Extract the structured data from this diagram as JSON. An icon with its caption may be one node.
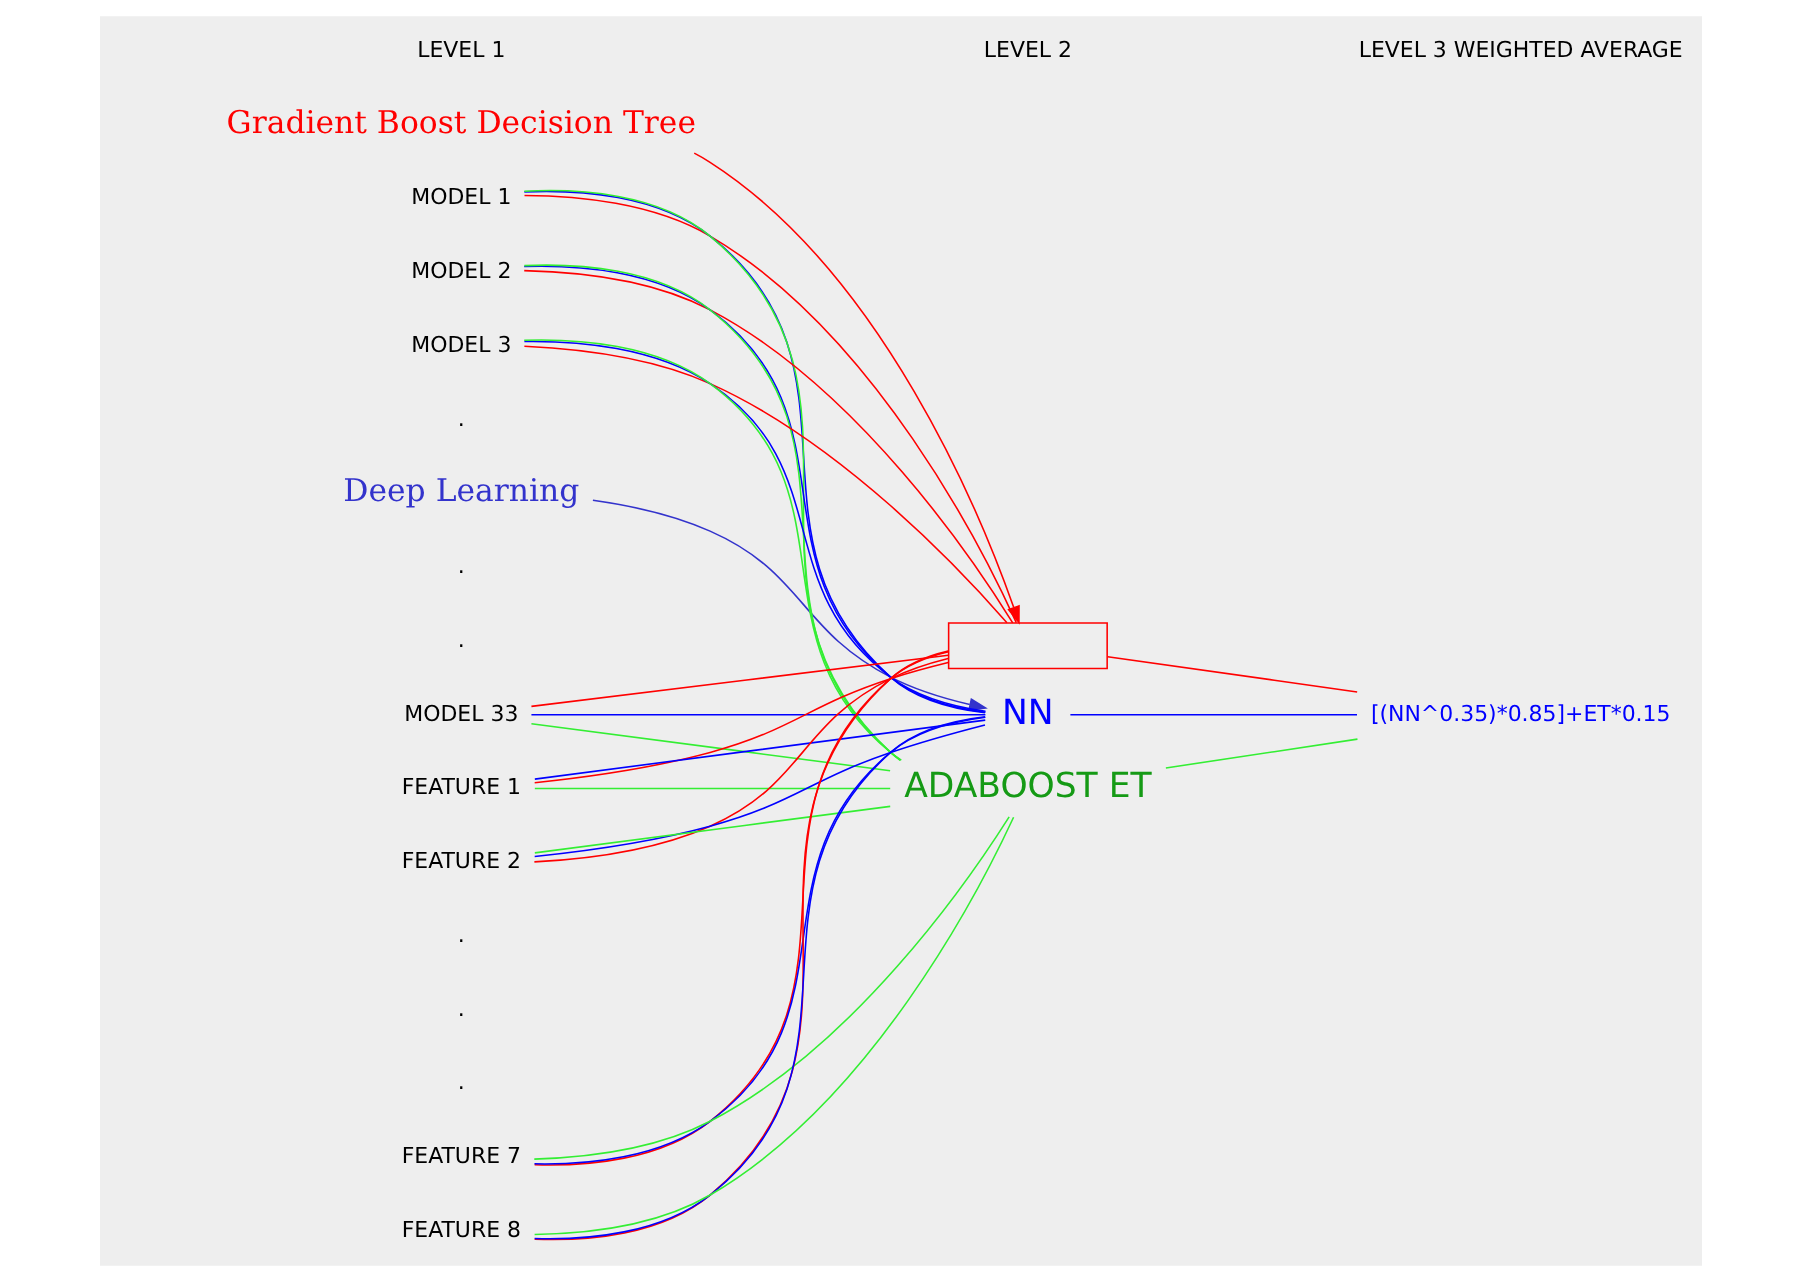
{
  "diagram": {
    "nodes": [
      {
        "text": [
          "Gradient Boost Decision Tree"
        ]
      },
      {
        "text": [
          "Deep Learning"
        ]
      },
      {
        "text": [
          "MODEL 1"
        ]
      },
      {
        "text": [
          "MODEL 2"
        ]
      },
      {
        "text": [
          "MODEL 3"
        ]
      },
      {
        "text": [
          "MODEL 33"
        ]
      },
      {
        "text": [
          "FEATURE 1"
        ]
      },
      {
        "text": [
          "FEATURE 2"
        ]
      },
      {
        "text": [
          "FEATURE 7"
        ]
      },
      {
        "text": [
          "FEATURE 8"
        ]
      },
      {
        "text": [],
        "shape": "box"
      },
      {
        "text": [
          "NN"
        ]
      },
      {
        "text": [
          "ADABOOST ET"
        ]
      },
      {
        "text": [
          "[(NN^0.35)*0.85]+ET*0.15"
        ]
      }
    ],
    "edges": [
      {
        "from": 0,
        "to": 10,
        "arrow": "to",
        "color": "#ff0000"
      },
      {
        "from": 1,
        "to": 11,
        "arrow": "to",
        "color": "#3333cc"
      },
      {
        "from": 2,
        "to": 10,
        "arrow": "none",
        "color": "#ff0000"
      },
      {
        "from": 3,
        "to": 10,
        "arrow": "none",
        "color": "#ff0000"
      },
      {
        "from": 4,
        "to": 10,
        "arrow": "none",
        "color": "#ff0000"
      },
      {
        "from": 5,
        "to": 10,
        "arrow": "none",
        "color": "#ff0000"
      },
      {
        "from": 6,
        "to": 10,
        "arrow": "none",
        "color": "#ff0000"
      },
      {
        "from": 7,
        "to": 10,
        "arrow": "none",
        "color": "#ff0000"
      },
      {
        "from": 8,
        "to": 10,
        "arrow": "none",
        "color": "#ff0000"
      },
      {
        "from": 9,
        "to": 10,
        "arrow": "none",
        "color": "#ff0000"
      },
      {
        "from": 2,
        "to": 11,
        "arrow": "none",
        "color": "#0000ff"
      },
      {
        "from": 3,
        "to": 11,
        "arrow": "none",
        "color": "#0000ff"
      },
      {
        "from": 4,
        "to": 11,
        "arrow": "none",
        "color": "#0000ff"
      },
      {
        "from": 5,
        "to": 11,
        "arrow": "none",
        "color": "#0000ff"
      },
      {
        "from": 6,
        "to": 11,
        "arrow": "none",
        "color": "#0000ff"
      },
      {
        "from": 7,
        "to": 11,
        "arrow": "none",
        "color": "#0000ff"
      },
      {
        "from": 8,
        "to": 11,
        "arrow": "none",
        "color": "#0000ff"
      },
      {
        "from": 9,
        "to": 11,
        "arrow": "none",
        "color": "#0000ff"
      },
      {
        "from": 2,
        "to": 12,
        "arrow": "none",
        "color": "#33ee33"
      },
      {
        "from": 3,
        "to": 12,
        "arrow": "none",
        "color": "#33ee33"
      },
      {
        "from": 4,
        "to": 12,
        "arrow": "none",
        "color": "#33ee33"
      },
      {
        "from": 5,
        "to": 12,
        "arrow": "none",
        "color": "#33ee33"
      },
      {
        "from": 6,
        "to": 12,
        "arrow": "none",
        "color": "#33ee33"
      },
      {
        "from": 7,
        "to": 12,
        "arrow": "none",
        "color": "#33ee33"
      },
      {
        "from": 8,
        "to": 12,
        "arrow": "none",
        "color": "#33ee33"
      },
      {
        "from": 9,
        "to": 12,
        "arrow": "none",
        "color": "#33ee33"
      },
      {
        "from": 10,
        "to": 13,
        "arrow": "none",
        "color": "#ff0000"
      },
      {
        "from": 11,
        "to": 13,
        "arrow": "none",
        "color": "#0000ff"
      },
      {
        "from": 12,
        "to": 13,
        "arrow": "none",
        "color": "#33ee33"
      }
    ],
    "labels": [
      "LEVEL 1",
      "LEVEL 2",
      "LEVEL 3 WEIGHTED AVERAGE",
      ".",
      ".",
      ".",
      ".",
      ".",
      "."
    ]
  }
}
